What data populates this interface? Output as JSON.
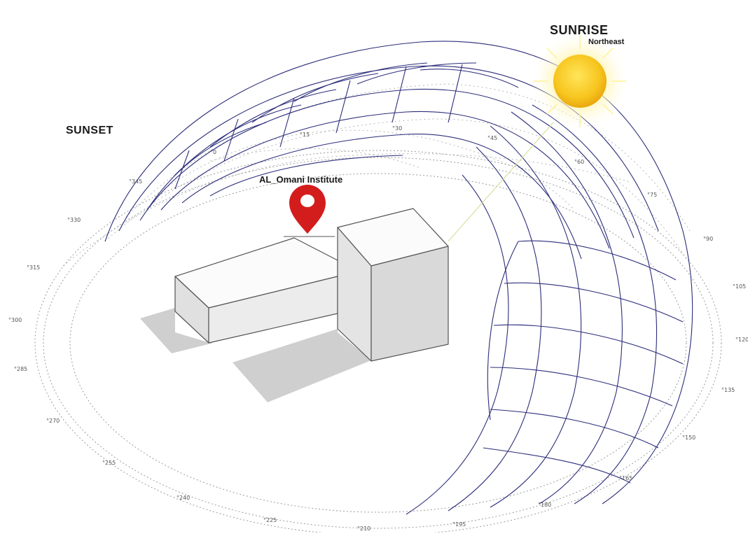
{
  "labels": {
    "sunset": "SUNSET",
    "sunrise": "SUNRISE",
    "sunrise_direction": "Northeast",
    "location": "AL_Omani Institute"
  },
  "icons": {
    "sun": "sun-icon",
    "pin": "location-pin-icon"
  },
  "colors": {
    "path_lines": "#2b2d7a",
    "dotted_lines": "#9a9a9a",
    "sun_core": "#f7c51e",
    "sun_glow": "#fff7a8",
    "pin": "#d31d1d",
    "building_face": "#e2e2e2",
    "shadow": "#cfcfcf"
  }
}
